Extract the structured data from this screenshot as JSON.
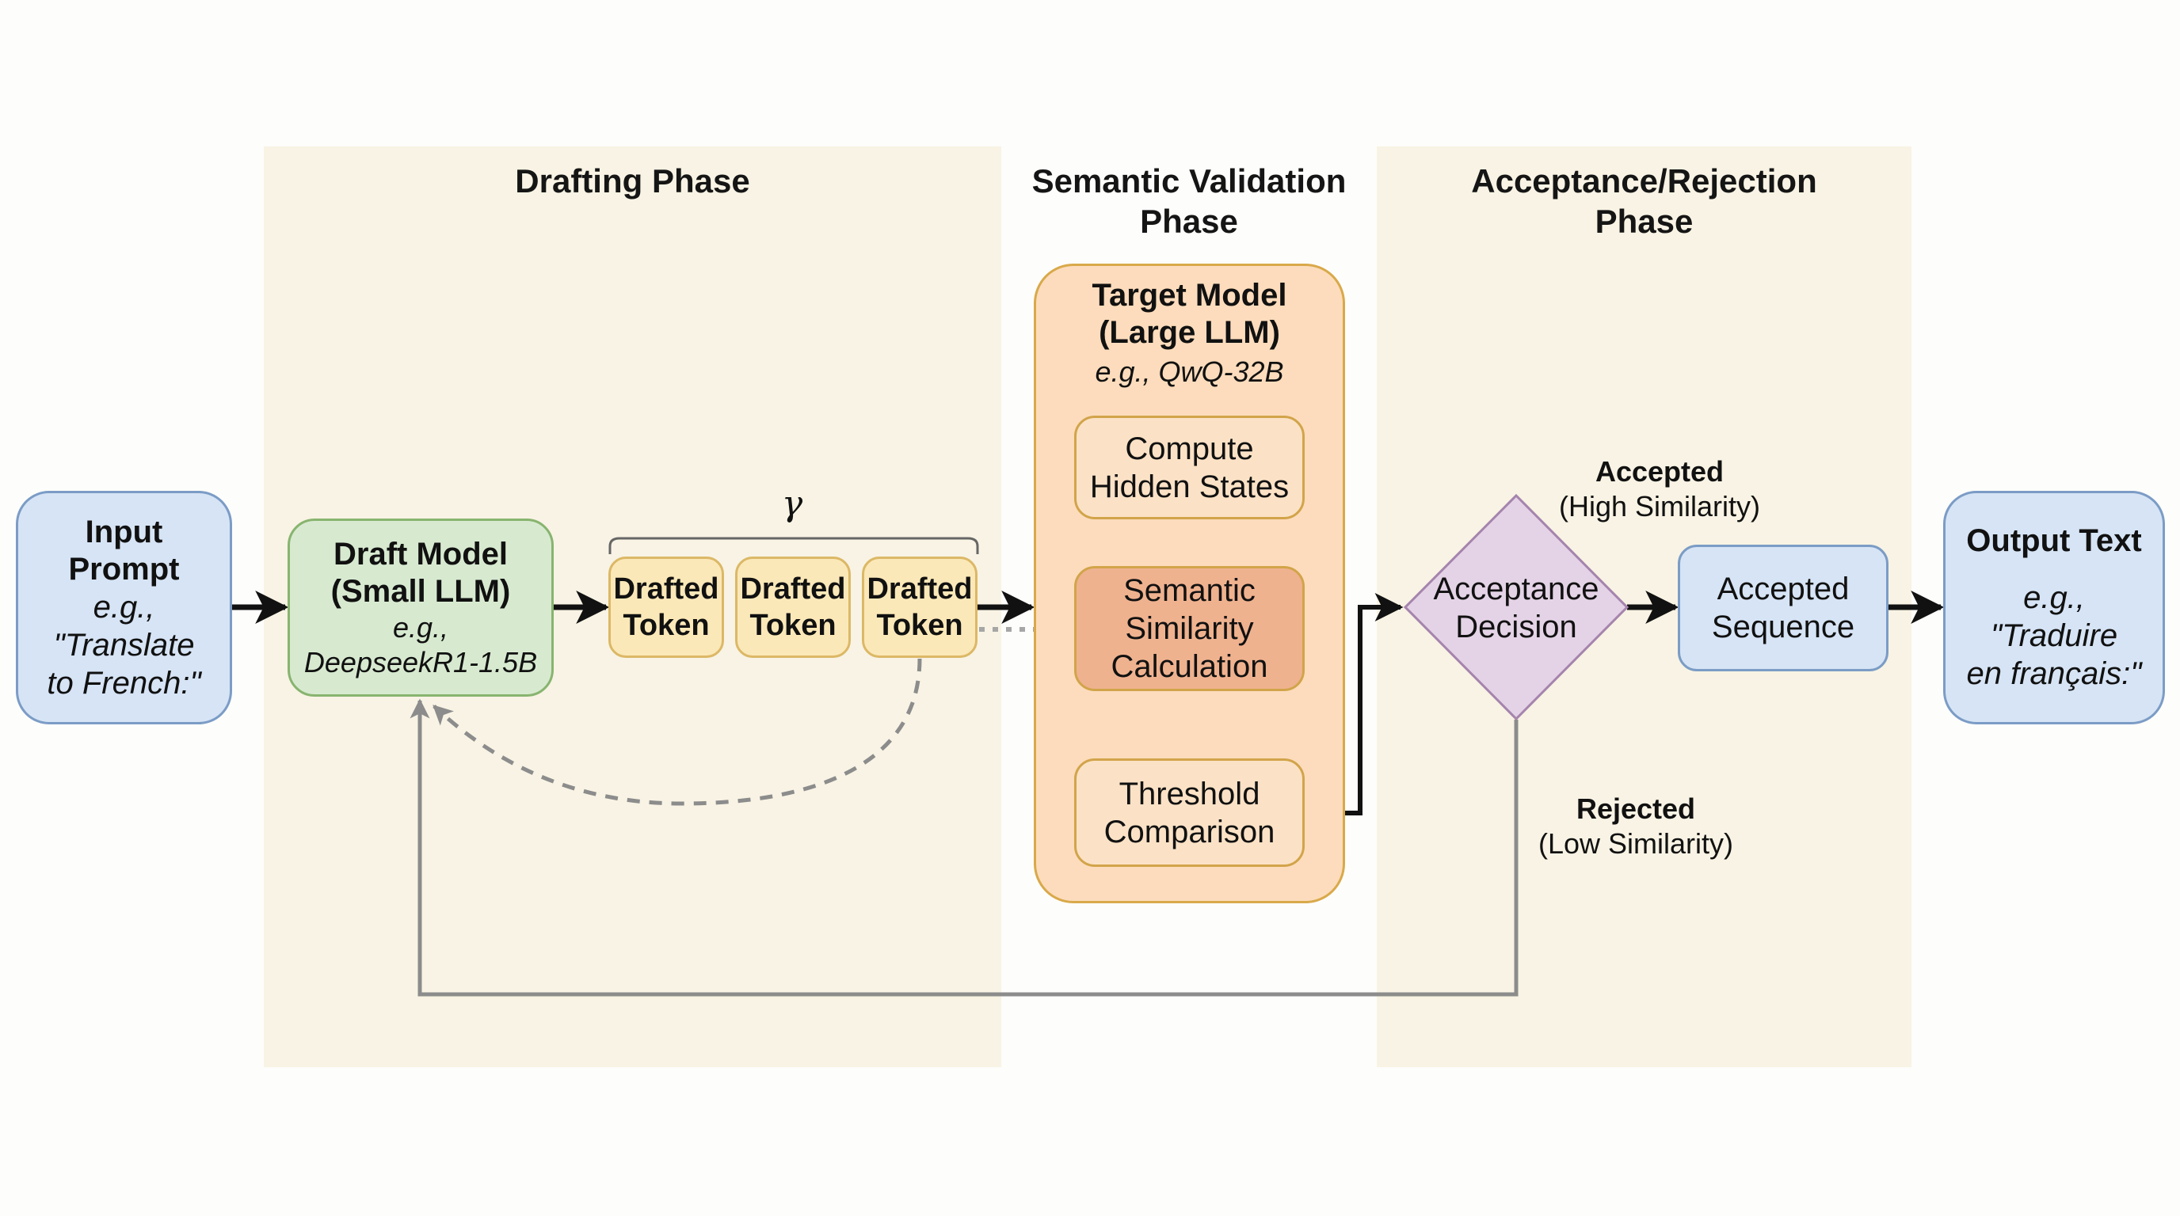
{
  "phases": {
    "drafting": {
      "title": "Drafting Phase"
    },
    "validation": {
      "title_line1": "Semantic Validation",
      "title_line2": "Phase"
    },
    "acceptance": {
      "title_line1": "Acceptance/Rejection",
      "title_line2": "Phase"
    }
  },
  "input": {
    "title_line1": "Input",
    "title_line2": "Prompt",
    "example_prefix": "e.g.,",
    "example_line1": "\"Translate",
    "example_line2": "to French:\""
  },
  "draft_model": {
    "title_line1": "Draft Model",
    "title_line2": "(Small LLM)",
    "example_prefix": "e.g.,",
    "example_model": "DeepseekR1-1.5B"
  },
  "tokens": {
    "gamma_symbol": "γ",
    "items": [
      {
        "line1": "Drafted",
        "line2": "Token"
      },
      {
        "line1": "Drafted",
        "line2": "Token"
      },
      {
        "line1": "Drafted",
        "line2": "Token"
      }
    ]
  },
  "target_model": {
    "title_line1": "Target Model",
    "title_line2": "(Large LLM)",
    "example": "e.g., QwQ-32B",
    "steps": [
      {
        "line1": "Compute",
        "line2": "Hidden States"
      },
      {
        "line1": "Semantic",
        "line2": "Similarity",
        "line3": "Calculation"
      },
      {
        "line1": "Threshold",
        "line2": "Comparison"
      }
    ]
  },
  "decision": {
    "line1": "Acceptance",
    "line2": "Decision"
  },
  "accepted_label": {
    "title": "Accepted",
    "subtitle": "(High Similarity)"
  },
  "rejected_label": {
    "title": "Rejected",
    "subtitle": "(Low Similarity)"
  },
  "accepted_sequence": {
    "line1": "Accepted",
    "line2": "Sequence"
  },
  "output": {
    "title": "Output Text",
    "example_prefix": "e.g.,",
    "example_line1": "\"Traduire",
    "example_line2": "en français:\""
  },
  "colors": {
    "panel_bg": "#f8f3e4",
    "io_blue": "#d6e4f5",
    "draft_green": "#d7ead0",
    "token_yellow": "#fbe8b8",
    "target_orange": "#fcdcbc",
    "similarity_highlight": "#efb28f",
    "decision_purple": "#e4d3e6",
    "flow_arrow": "#111111",
    "feedback_arrow": "#8c8c8c"
  }
}
